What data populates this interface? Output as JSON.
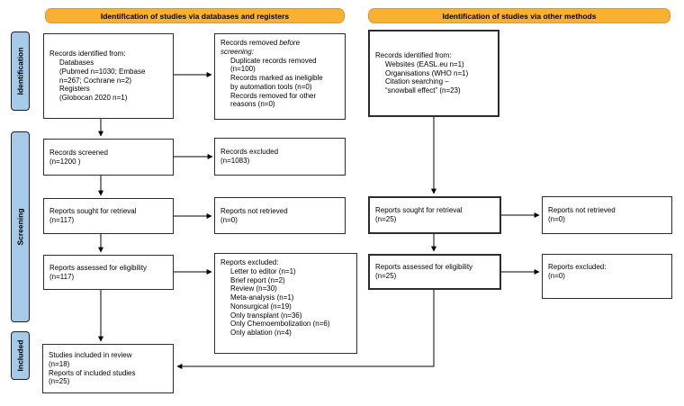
{
  "headers": {
    "databases": "Identification of studies via databases and registers",
    "other": "Identification of studies via other methods"
  },
  "stage_labels": {
    "identification": "Identification",
    "screening": "Screening",
    "included": "Included"
  },
  "colors": {
    "header_bg": "#F8B133",
    "header_border": "#D99A26",
    "stage_bg": "#A6CAE9",
    "box_border": "#2D2D2D",
    "arrow": "#000000"
  },
  "boxes": {
    "db_identified": {
      "lines": [
        "Records identified from:",
        "Databases",
        "(Pubmed n=1030; Embase",
        "n=267; Cochrane n=2)",
        "Registers",
        "(Globocan 2020 n=1)"
      ]
    },
    "records_removed": {
      "l1_normal": "Records removed ",
      "l1_italic": "before",
      "l2_italic": "screening:",
      "items": [
        "Duplicate records removed",
        "(n=100)",
        "Records marked as ineligible",
        "by automation tools (n=0)",
        "Records removed for other",
        "reasons (n=0)"
      ]
    },
    "records_screened": {
      "lines": [
        "Records screened",
        "(n=1200 )"
      ]
    },
    "records_excluded": {
      "lines": [
        "Records excluded",
        "(n=1083)"
      ]
    },
    "reports_sought_db": {
      "lines": [
        "Reports sought for retrieval",
        "(n=117)"
      ]
    },
    "reports_not_retrieved_db": {
      "lines": [
        "Reports not retrieved",
        "(n=0)"
      ]
    },
    "reports_assessed_db": {
      "lines": [
        "Reports assessed for eligibility",
        "(n=117)"
      ]
    },
    "reports_excluded_db": {
      "title": "Reports excluded:",
      "items": [
        "Letter to editor (n=1)",
        "Brief report (n=2)",
        "Review (n=30)",
        "Meta-analysis (n=1)",
        "Nonsurgical (n=19)",
        "Only transplant (n=36)",
        "Only Chemoembolization (n=6)",
        "Only ablation (n=4)"
      ]
    },
    "included_studies": {
      "lines": [
        "Studies included in review",
        "(n=18)",
        "Reports of included studies",
        "(n=25)"
      ]
    },
    "other_identified": {
      "lines": [
        "Records identified from:",
        "Websites (EASL.eu n=1)",
        "Organisations (WHO n=1)",
        "Citation searching –",
        "“snowball effect” (n=23)"
      ]
    },
    "reports_sought_other": {
      "lines": [
        "Reports sought for retrieval",
        "(n=25)"
      ]
    },
    "reports_not_retrieved_other": {
      "lines": [
        "Reports not retrieved",
        "(n=0)"
      ]
    },
    "reports_assessed_other": {
      "lines": [
        "Reports assessed for eligibility",
        "(n=25)"
      ]
    },
    "reports_excluded_other": {
      "lines": [
        "Reports excluded:",
        "(n=0)"
      ]
    }
  }
}
